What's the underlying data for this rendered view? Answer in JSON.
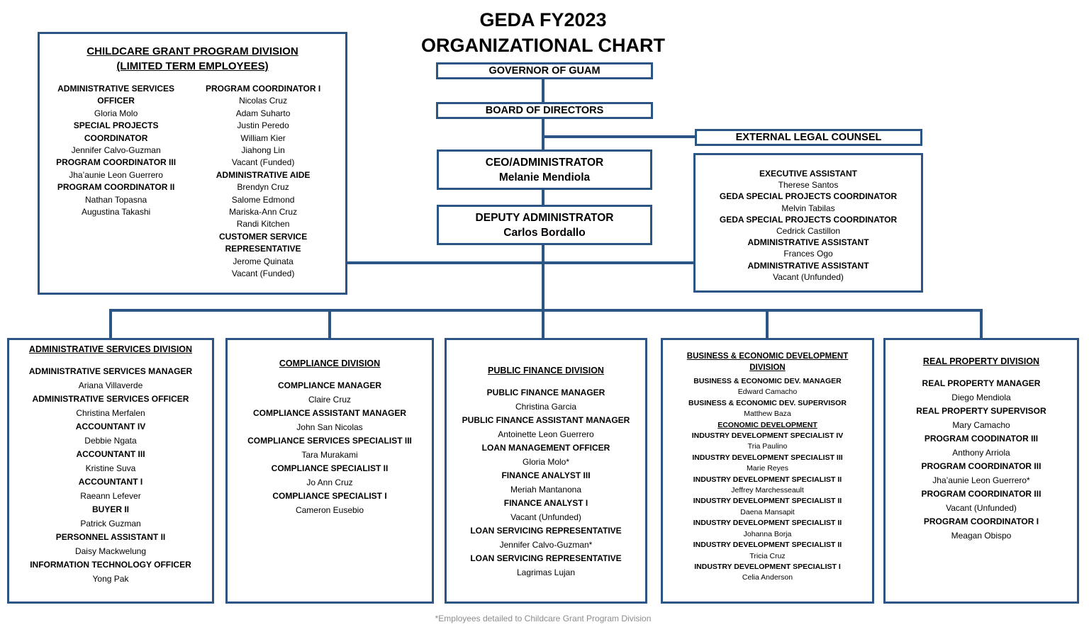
{
  "colors": {
    "line_blue": "#2a5585",
    "text_black": "#000000",
    "footnote_gray": "#8c8c8c"
  },
  "title": {
    "line1": "GEDA FY2023",
    "line2": "ORGANIZATIONAL CHART"
  },
  "top": {
    "governor": "GOVERNOR OF GUAM",
    "board": "BOARD OF DIRECTORS",
    "external_legal_counsel": "EXTERNAL LEGAL COUNSEL",
    "ceo": {
      "title": "CEO/ADMINISTRATOR",
      "name": "Melanie Mendiola"
    },
    "deputy": {
      "title": "DEPUTY ADMINISTRATOR",
      "name": "Carlos Bordallo"
    }
  },
  "executive_office": {
    "roster": [
      {
        "role": "EXECUTIVE ASSISTANT",
        "names": [
          "Therese Santos"
        ]
      },
      {
        "role": "GEDA SPECIAL PROJECTS COORDINATOR",
        "names": [
          "Melvin Tabilas"
        ]
      },
      {
        "role": "GEDA SPECIAL PROJECTS COORDINATOR",
        "names": [
          "Cedrick Castillon"
        ]
      },
      {
        "role": "ADMINISTRATIVE ASSISTANT",
        "names": [
          "Frances Ogo"
        ]
      },
      {
        "role": "ADMINISTRATIVE ASSISTANT",
        "names": [
          "Vacant (Unfunded)"
        ]
      }
    ]
  },
  "childcare": {
    "title_lines": [
      "CHILDCARE GRANT PROGRAM DIVISION",
      "(LIMITED TERM EMPLOYEES)"
    ],
    "left_column": [
      {
        "role": "ADMINISTRATIVE SERVICES OFFICER",
        "names": [
          "Gloria Molo"
        ]
      },
      {
        "role": "SPECIAL PROJECTS COORDINATOR",
        "names": [
          "Jennifer Calvo-Guzman"
        ]
      },
      {
        "role": "PROGRAM COORDINATOR III",
        "names": [
          "Jha’aunie Leon Guerrero"
        ]
      },
      {
        "role": "PROGRAM COORDINATOR II",
        "names": [
          "Nathan Topasna",
          "Augustina Takashi"
        ]
      }
    ],
    "right_column": [
      {
        "role": "PROGRAM COORDINATOR I",
        "names": [
          "Nicolas Cruz",
          "Adam Suharto",
          "Justin Peredo",
          "William Kier",
          "Jiahong Lin",
          "Vacant (Funded)"
        ]
      },
      {
        "role": "ADMINISTRATIVE AIDE",
        "names": [
          "Brendyn Cruz",
          "Salome Edmond",
          "Mariska-Ann Cruz",
          "Randi Kitchen"
        ]
      },
      {
        "role": "CUSTOMER SERVICE REPRESENTATIVE",
        "names": [
          "Jerome Quinata",
          "Vacant (Funded)"
        ]
      }
    ]
  },
  "divisions": [
    {
      "title_lines": [
        "ADMINISTRATIVE SERVICES DIVISION"
      ],
      "roster": [
        {
          "role": "ADMINISTRATIVE SERVICES MANAGER",
          "names": [
            "Ariana Villaverde"
          ]
        },
        {
          "role": "ADMINISTRATIVE SERVICES OFFICER",
          "names": [
            "Christina Merfalen"
          ]
        },
        {
          "role": "ACCOUNTANT IV",
          "names": [
            "Debbie Ngata"
          ]
        },
        {
          "role": "ACCOUNTANT III",
          "names": [
            "Kristine Suva"
          ]
        },
        {
          "role": "ACCOUNTANT I",
          "names": [
            "Raeann Lefever"
          ]
        },
        {
          "role": "BUYER II",
          "names": [
            "Patrick Guzman"
          ]
        },
        {
          "role": "PERSONNEL ASSISTANT II",
          "names": [
            "Daisy Mackwelung"
          ]
        },
        {
          "role": "INFORMATION TECHNOLOGY OFFICER",
          "names": [
            "Yong Pak"
          ]
        }
      ]
    },
    {
      "title_lines": [
        "COMPLIANCE DIVISION"
      ],
      "roster": [
        {
          "role": "COMPLIANCE MANAGER",
          "names": [
            "Claire Cruz"
          ]
        },
        {
          "role": "COMPLIANCE ASSISTANT MANAGER",
          "names": [
            "John San Nicolas"
          ]
        },
        {
          "role": "COMPLIANCE SERVICES SPECIALIST III",
          "names": [
            "Tara Murakami"
          ]
        },
        {
          "role": "COMPLIANCE SPECIALIST II",
          "names": [
            "Jo Ann Cruz"
          ]
        },
        {
          "role": "COMPLIANCE SPECIALIST I",
          "names": [
            "Cameron Eusebio"
          ]
        }
      ]
    },
    {
      "title_lines": [
        "PUBLIC FINANCE DIVISION"
      ],
      "roster": [
        {
          "role": "PUBLIC FINANCE MANAGER",
          "names": [
            "Christina Garcia"
          ]
        },
        {
          "role": "PUBLIC FINANCE ASSISTANT MANAGER",
          "names": [
            "Antoinette Leon Guerrero"
          ]
        },
        {
          "role": "LOAN MANAGEMENT OFFICER",
          "names": [
            "Gloria Molo*"
          ]
        },
        {
          "role": "FINANCE ANALYST III",
          "names": [
            "Meriah Mantanona"
          ]
        },
        {
          "role": "FINANCE ANALYST I",
          "names": [
            "Vacant (Unfunded)"
          ]
        },
        {
          "role": "LOAN SERVICING REPRESENTATIVE",
          "names": [
            "Jennifer Calvo-Guzman*"
          ]
        },
        {
          "role": "LOAN SERVICING REPRESENTATIVE",
          "names": [
            "Lagrimas Lujan"
          ]
        }
      ]
    },
    {
      "title_lines": [
        "BUSINESS & ECONOMIC DEVELOPMENT",
        "DIVISION"
      ],
      "roster": [
        {
          "role": "BUSINESS & ECONOMIC DEV. MANAGER",
          "names": [
            "Edward Camacho"
          ]
        },
        {
          "role": "BUSINESS & ECONOMIC DEV. SUPERVISOR",
          "names": [
            "Matthew Baza"
          ]
        },
        {
          "role": "ECONOMIC DEVELOPMENT",
          "underline": true,
          "names": []
        },
        {
          "role": "INDUSTRY DEVELOPMENT SPECIALIST IV",
          "names": [
            "Tria Paulino"
          ]
        },
        {
          "role": "INDUSTRY DEVELOPMENT SPECIALIST III",
          "names": [
            "Marie Reyes"
          ]
        },
        {
          "role": "INDUSTRY DEVELOPMENT SPECIALIST II",
          "names": [
            "Jeffrey Marchesseault"
          ]
        },
        {
          "role": "INDUSTRY DEVELOPMENT SPECIALIST II",
          "names": [
            "Daena Mansapit"
          ]
        },
        {
          "role": "INDUSTRY DEVELOPMENT SPECIALIST II",
          "names": [
            "Johanna Borja"
          ]
        },
        {
          "role": "INDUSTRY DEVELOPMENT SPECIALIST II",
          "names": [
            "Tricia Cruz"
          ]
        },
        {
          "role": "INDUSTRY DEVELOPMENT SPECIALIST I",
          "names": [
            "Celia Anderson"
          ]
        }
      ]
    },
    {
      "title_lines": [
        "REAL PROPERTY DIVISION"
      ],
      "roster": [
        {
          "role": "REAL PROPERTY MANAGER",
          "names": [
            "Diego Mendiola"
          ]
        },
        {
          "role": "REAL PROPERTY SUPERVISOR",
          "names": [
            "Mary Camacho"
          ]
        },
        {
          "role": "PROGRAM COODINATOR III",
          "names": [
            "Anthony Arriola"
          ]
        },
        {
          "role": "PROGRAM COORDINATOR III",
          "names": [
            "Jha’aunie Leon Guerrero*"
          ]
        },
        {
          "role": "PROGRAM COORDINATOR III",
          "names": [
            "Vacant (Unfunded)"
          ]
        },
        {
          "role": "PROGRAM COORDINATOR I",
          "names": [
            "Meagan Obispo"
          ]
        }
      ]
    }
  ],
  "footnote": "*Employees detailed to Childcare Grant Program Division"
}
